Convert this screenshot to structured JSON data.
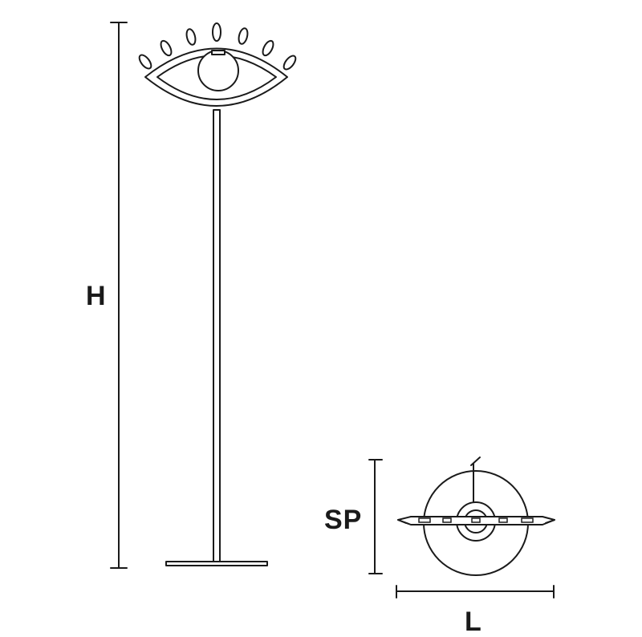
{
  "dimensions": {
    "height_label": "H",
    "depth_label": "SP",
    "length_label": "L"
  },
  "colors": {
    "line": "#1a1a1a",
    "background": "#ffffff"
  }
}
